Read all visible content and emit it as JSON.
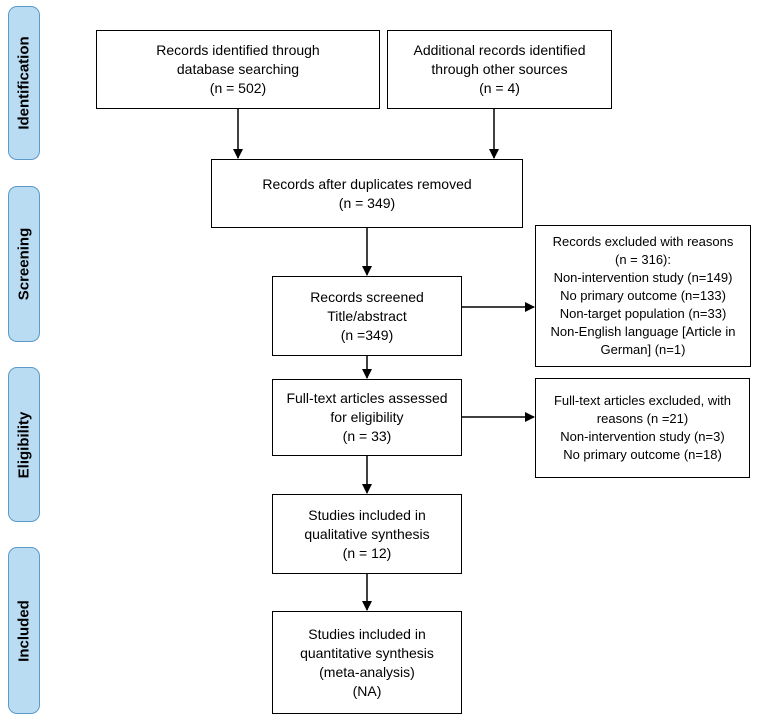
{
  "phases": {
    "identification": "Identification",
    "screening": "Screening",
    "eligibility": "Eligibility",
    "included": "Included"
  },
  "boxes": {
    "database_search": [
      "Records identified through",
      "database searching",
      "(n = 502)"
    ],
    "other_sources": [
      "Additional records identified",
      "through other sources",
      "(n = 4)"
    ],
    "duplicates_removed": [
      "Records after duplicates removed",
      "(n = 349)"
    ],
    "screened": [
      "Records screened",
      "Title/abstract",
      "(n =349)"
    ],
    "excluded_records": [
      "Records excluded with reasons",
      "(n = 316):",
      "Non-intervention study (n=149)",
      "No primary outcome (n=133)",
      "Non-target population (n=33)",
      "Non-English language [Article in",
      "German] (n=1)"
    ],
    "fulltext_assessed": [
      "Full-text articles assessed",
      "for eligibility",
      "(n = 33)"
    ],
    "fulltext_excluded": [
      "Full-text articles excluded, with",
      "reasons (n =21)",
      "Non-intervention study (n=3)",
      "No primary outcome (n=18)"
    ],
    "qualitative": [
      "Studies included in",
      "qualitative synthesis",
      "(n = 12)"
    ],
    "quantitative": [
      "Studies included in",
      "quantitative synthesis",
      "(meta-analysis)",
      "(NA)"
    ]
  }
}
